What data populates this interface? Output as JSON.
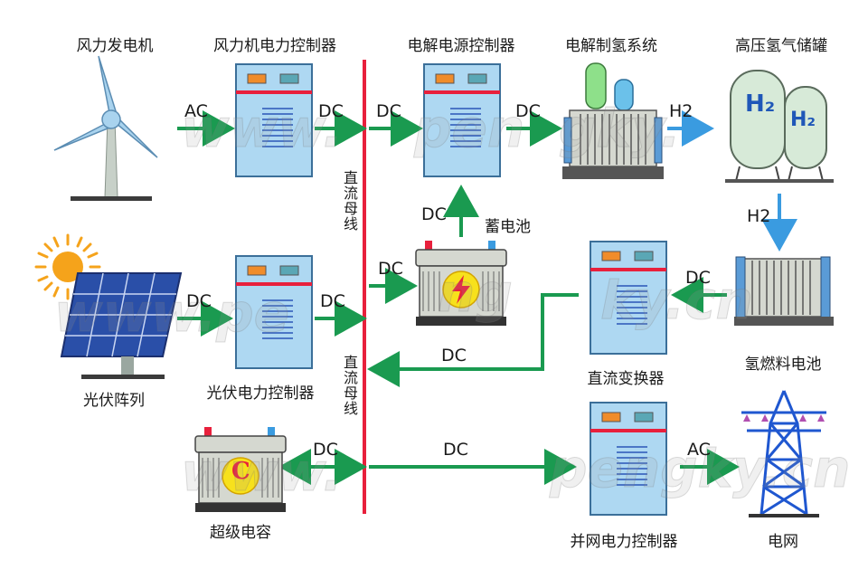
{
  "labels": {
    "wind_generator": "风力发电机",
    "wind_controller": "风力机电力控制器",
    "electrolysis_power_controller": "电解电源控制器",
    "electrolysis_system": "电解制氢系统",
    "hydrogen_tank": "高压氢气储罐",
    "pv_array": "光伏阵列",
    "pv_controller": "光伏电力控制器",
    "battery": "蓄电池",
    "dc_converter": "直流变换器",
    "fuel_cell": "氢燃料电池",
    "supercapacitor": "超级电容",
    "grid_controller": "并网电力控制器",
    "grid": "电网",
    "bus_top": "直流母线",
    "bus_bottom": "直流母线"
  },
  "flows": {
    "wind_ac": "AC",
    "wind_ctrl_dc": "DC",
    "bus_to_elec_ctrl_dc": "DC",
    "elec_ctrl_to_elec_dc": "DC",
    "elec_to_tank_h2": "H2",
    "battery_up_dc": "DC",
    "bus_to_battery_dc": "DC",
    "pv_dc": "DC",
    "pv_ctrl_dc": "DC",
    "tank_to_fc_h2": "H2",
    "fc_to_conv_dc": "DC",
    "conv_to_bus_dc": "DC",
    "supercap_dc": "DC",
    "bus_to_grid_ctrl_dc": "DC",
    "grid_ac": "AC"
  },
  "tank_marks": {
    "big": "H₂",
    "small": "H₂"
  },
  "supercap_mark": "C",
  "watermarks": [
    "www.",
    "pen",
    "gky.",
    "ng",
    "ky.cn",
    "www.pe",
    "ky.cn",
    "www.",
    "pengky.cn"
  ],
  "colors": {
    "bus": "#e8203c",
    "arrow_green": "#1a9a50",
    "arrow_blue": "#3a9be0",
    "cabinet": "#aed8f2",
    "cabinet_stripe": "#e8203c",
    "cabinet_lines": "#2a56b8",
    "sun": "#f5a31b"
  }
}
